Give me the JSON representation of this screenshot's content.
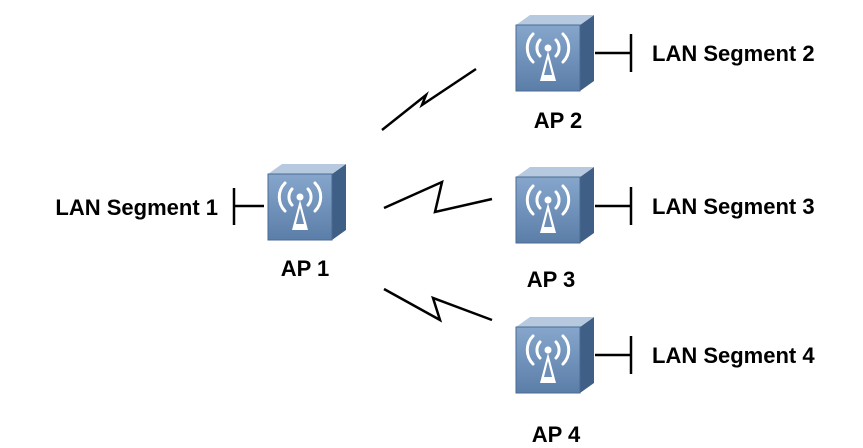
{
  "colors": {
    "device_face": "#6d8fb8",
    "device_top": "#b3c6de",
    "device_side": "#3f5f86",
    "device_icon": "#ffffff",
    "line": "#000000",
    "text": "#000000"
  },
  "icon": "wireless-access-point-icon",
  "nodes": [
    {
      "id": "ap1",
      "name": "AP 1",
      "segment": "LAN Segment 1"
    },
    {
      "id": "ap2",
      "name": "AP 2",
      "segment": "LAN Segment 2"
    },
    {
      "id": "ap3",
      "name": "AP 3",
      "segment": "LAN Segment 3"
    },
    {
      "id": "ap4",
      "name": "AP 4",
      "segment": "LAN Segment 4"
    }
  ],
  "links": [
    {
      "from": "ap1",
      "to": "ap2",
      "type": "wireless"
    },
    {
      "from": "ap1",
      "to": "ap3",
      "type": "wireless"
    },
    {
      "from": "ap1",
      "to": "ap4",
      "type": "wireless"
    }
  ]
}
